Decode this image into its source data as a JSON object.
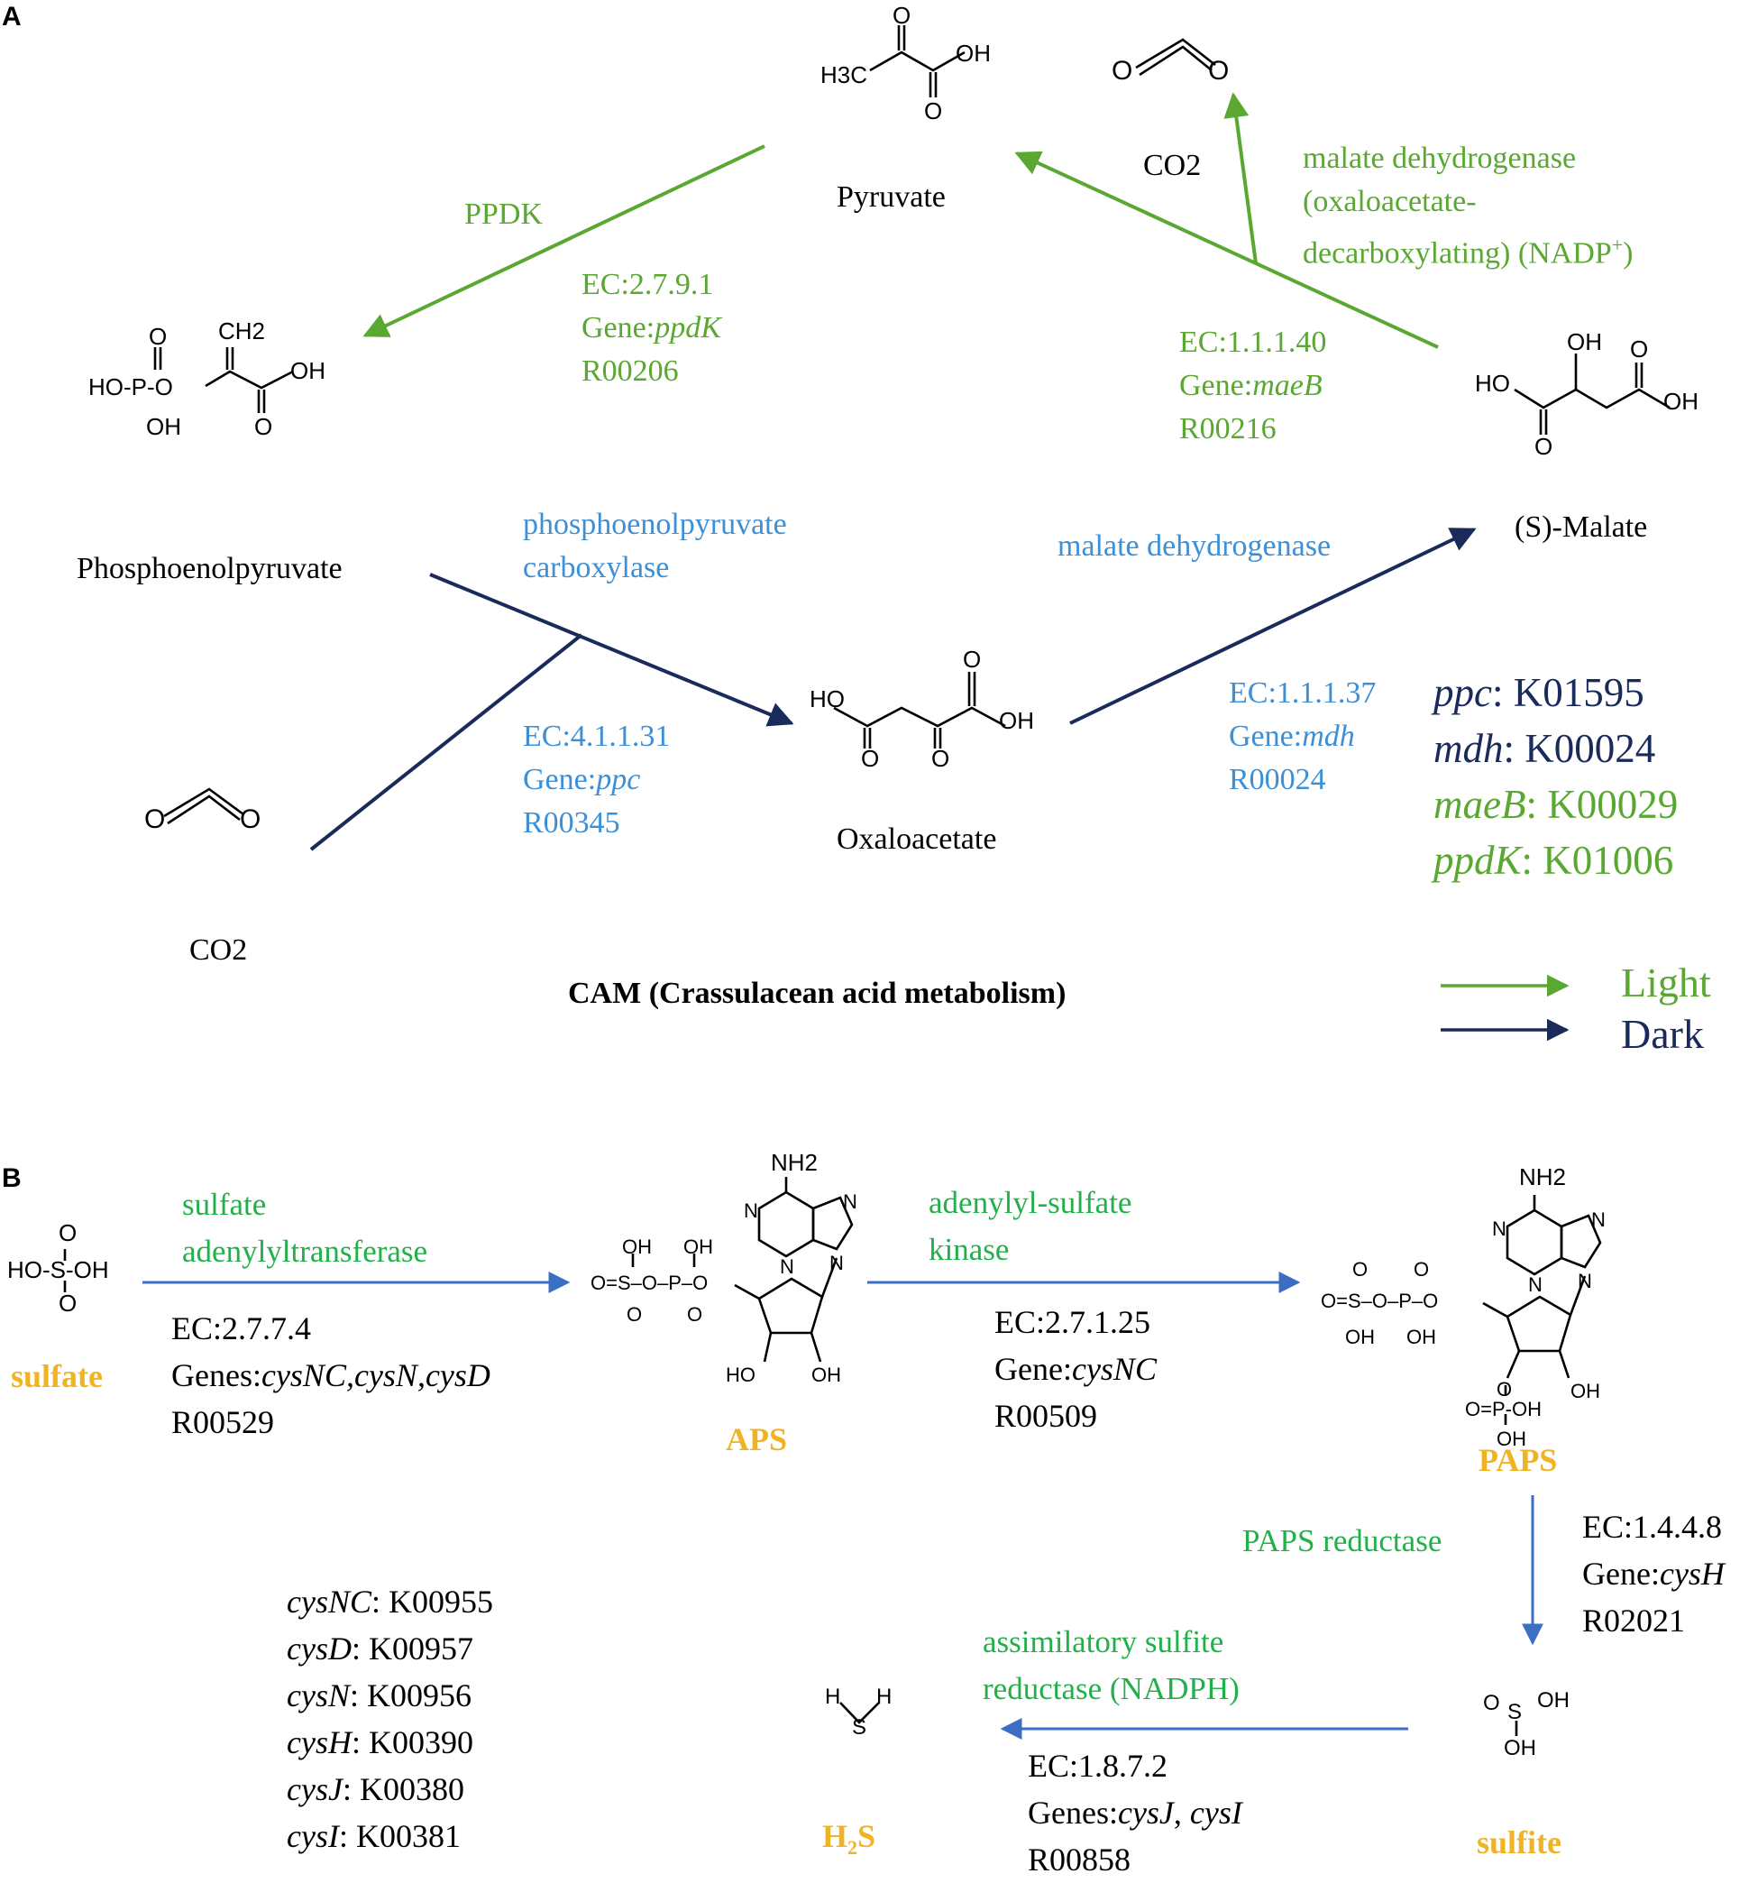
{
  "panel_labels": {
    "a": "A",
    "b": "B"
  },
  "colors": {
    "light": "#5aa832",
    "dark": "#1a2a5a",
    "enzyme_blue": "#3d8fd6",
    "enzyme_green_b": "#22b04a",
    "compound_orange": "#f0b323",
    "arrow_b": "#3a6fc4"
  },
  "panel_a": {
    "compounds": {
      "pyruvate": "Pyruvate",
      "pep": "Phosphoenolpyruvate",
      "oxaloacetate": "Oxaloacetate",
      "malate": "(S)-Malate",
      "co2_bottom": "CO2",
      "co2_top": "CO2"
    },
    "reactions": {
      "ppdk": {
        "name": "PPDK",
        "ec": "EC:2.7.9.1",
        "gene_prefix": "Gene:",
        "gene": "ppdK",
        "reaction_id": "R00206"
      },
      "maeb": {
        "name_lines": [
          "malate dehydrogenase",
          "(oxaloacetate-",
          "decarboxylating) (NADP",
          "+",
          ")"
        ],
        "ec": "EC:1.1.1.40",
        "gene_prefix": "Gene:",
        "gene": "maeB",
        "reaction_id": "R00216"
      },
      "ppc": {
        "name_lines": [
          "phosphoenolpyruvate",
          "carboxylase"
        ],
        "ec": "EC:4.1.1.31",
        "gene_prefix": "Gene:",
        "gene": "ppc",
        "reaction_id": "R00345"
      },
      "mdh": {
        "name": "malate dehydrogenase",
        "ec": "EC:1.1.1.37",
        "gene_prefix": "Gene:",
        "gene": "mdh",
        "reaction_id": "R00024"
      }
    },
    "ko_list": [
      {
        "gene": "ppc",
        "ko": ": K01595",
        "kind": "dark"
      },
      {
        "gene": "mdh",
        "ko": ": K00024",
        "kind": "dark"
      },
      {
        "gene": "maeB",
        "ko": ": K00029",
        "kind": "light"
      },
      {
        "gene": "ppdK",
        "ko": ": K01006",
        "kind": "light"
      }
    ],
    "title": "CAM (Crassulacean acid metabolism)",
    "legend": {
      "light": "Light",
      "dark": "Dark"
    }
  },
  "panel_b": {
    "compounds": {
      "sulfate": "sulfate",
      "aps": "APS",
      "paps": "PAPS",
      "sulfite": "sulfite",
      "h2s_h": "H",
      "h2s_sub": "2",
      "h2s_s": "S"
    },
    "reactions": {
      "sat": {
        "name_lines": [
          "sulfate",
          "adenylyltransferase"
        ],
        "ec": "EC:2.7.7.4",
        "gene_prefix": "Genes:",
        "gene": "cysNC,cysN,cysD",
        "reaction_id": "R00529"
      },
      "aps_kinase": {
        "name_lines": [
          "adenylyl-sulfate",
          "kinase"
        ],
        "ec": "EC:2.7.1.25",
        "gene_prefix": "Gene:",
        "gene": "cysNC",
        "reaction_id": "R00509"
      },
      "paps_reductase": {
        "name": "PAPS reductase",
        "ec": "EC:1.4.4.8",
        "gene_prefix": "Gene:",
        "gene": "cysH",
        "reaction_id": "R02021"
      },
      "sir": {
        "name_lines": [
          "assimilatory sulfite",
          "reductase (NADPH)"
        ],
        "ec": "EC:1.8.7.2",
        "gene_prefix": "Genes:",
        "gene_1": "cysJ",
        "gene_sep": ", ",
        "gene_2": "cysI",
        "reaction_id": "R00858"
      }
    },
    "ko_list": [
      {
        "gene": "cysNC",
        "ko": ": K00955"
      },
      {
        "gene": "cysD",
        "ko": ": K00957"
      },
      {
        "gene": "cysN",
        "ko": ": K00956"
      },
      {
        "gene": "cysH",
        "ko": ": K00390"
      },
      {
        "gene": "cysJ",
        "ko": ": K00380"
      },
      {
        "gene": "cysI",
        "ko": ": K00381"
      }
    ]
  },
  "atoms": {
    "H3C": "H3C",
    "OH": "OH",
    "HO": "HO",
    "O": "O",
    "CH2": "CH2",
    "HO-P-O": "HO-P-O",
    "NH2": "NH2",
    "N": "N",
    "S": "S",
    "P": "P",
    "O=P-OH": "O=P-OH",
    "HO-S-OH": "HO-S-OH"
  }
}
